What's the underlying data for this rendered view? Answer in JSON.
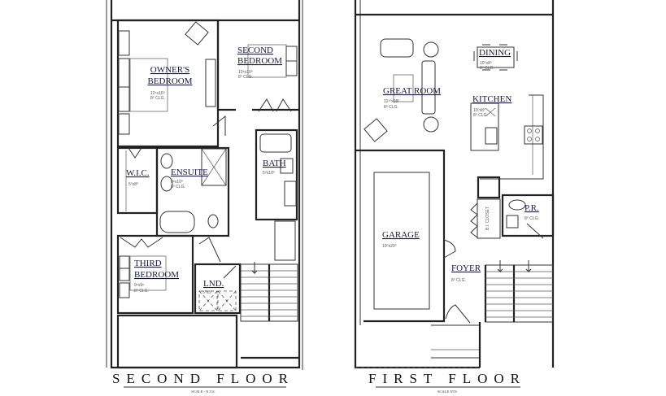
{
  "second_floor": {
    "title": "SECOND FLOOR",
    "scale": "SCALE - N.T.S.",
    "rooms": {
      "owners_bedroom": {
        "line1": "OWNER'S",
        "line2": "BEDROOM",
        "dim": "12⁵x16⁰",
        "clg": "8⁰ CLG."
      },
      "second_bedroom": {
        "line1": "SECOND",
        "line2": "BEDROOM",
        "dim": "10⁴x10⁰",
        "clg": "8⁰ CLG."
      },
      "wic": {
        "label": "W.I.C.",
        "dim": "5⁰x8⁰"
      },
      "ensuite": {
        "label": "ENSUITE",
        "dim": "8⁶x10⁰",
        "clg": "8⁰ CLG."
      },
      "bath": {
        "label": "BATH",
        "dim": "5⁰x10⁰"
      },
      "third_bedroom": {
        "line1": "THIRD",
        "line2": "BEDROOM",
        "dim": "9⁶x9⁶",
        "clg": "8⁰ CLG."
      },
      "laundry": {
        "label": "LND.",
        "dim": "5⁰x5⁰"
      }
    }
  },
  "first_floor": {
    "title": "FIRST FLOOR",
    "scale": "SCALE NTS",
    "rooms": {
      "great_room": {
        "label": "GREAT ROOM",
        "dim": "12¹⁰x18⁰",
        "clg": "8⁰ CLG."
      },
      "dining": {
        "label": "DINING",
        "dim": "10⁰x8⁰",
        "clg": "8⁰ CLG."
      },
      "kitchen": {
        "label": "KITCHEN",
        "dim": "10⁰x8⁰",
        "clg": "8⁰ CLG."
      },
      "powder_room": {
        "label": "P.R.",
        "clg": "8⁰ CLG."
      },
      "closet": {
        "label": "B.I. CLOSET"
      },
      "garage": {
        "label": "GARAGE",
        "dim": "10⁰x20⁰"
      },
      "foyer": {
        "label": "FOYER",
        "clg": "8⁰ CLG."
      }
    }
  }
}
